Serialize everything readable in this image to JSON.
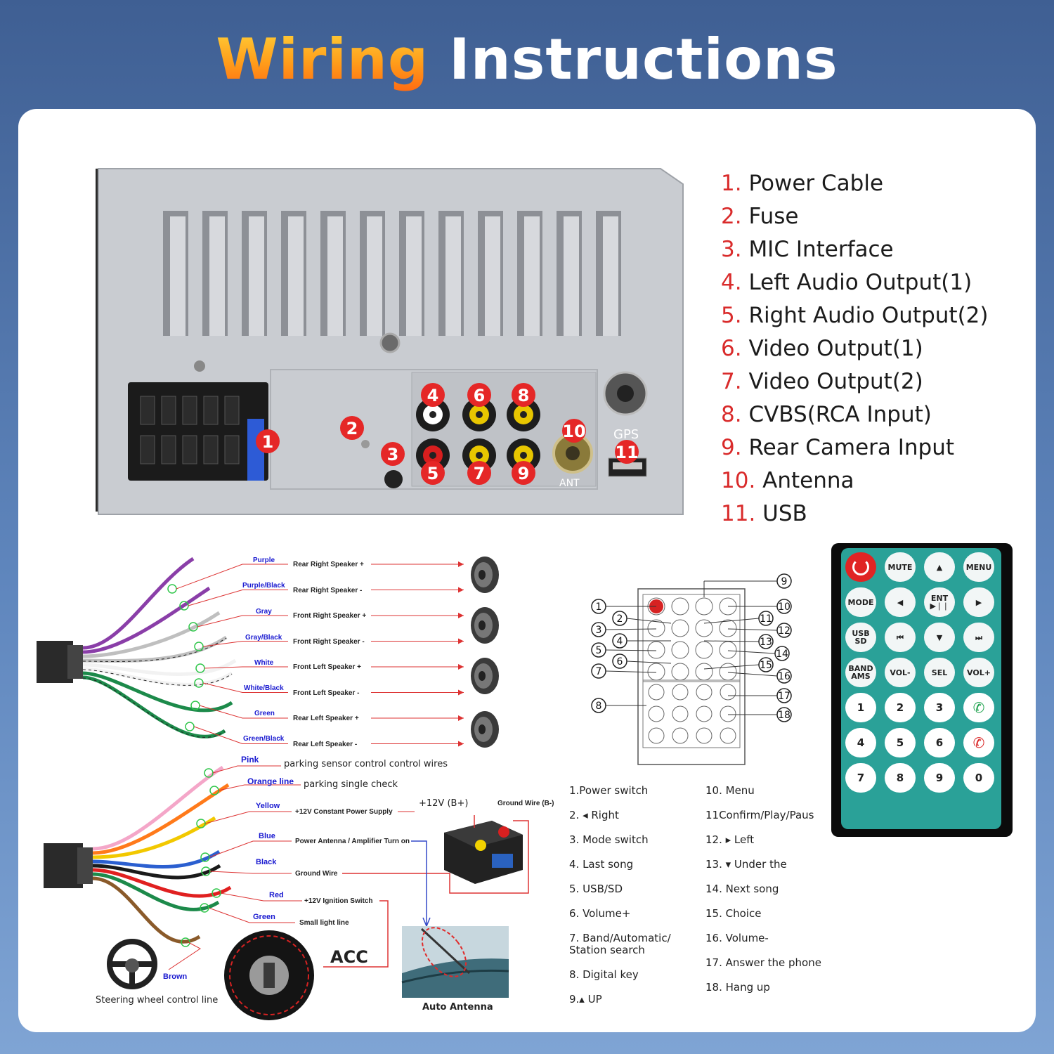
{
  "title": {
    "part1": "Wiring",
    "part2": "Instructions"
  },
  "legend": [
    {
      "num": "1.",
      "label": "Power Cable"
    },
    {
      "num": "2.",
      "label": "Fuse"
    },
    {
      "num": "3.",
      "label": "MIC Interface"
    },
    {
      "num": "4.",
      "label": "Left Audio Output(1)"
    },
    {
      "num": "5.",
      "label": "Right Audio Output(2)"
    },
    {
      "num": "6.",
      "label": "Video Output(1)"
    },
    {
      "num": "7.",
      "label": "Video Output(2)"
    },
    {
      "num": "8.",
      "label": "CVBS(RCA Input)"
    },
    {
      "num": "9.",
      "label": "Rear Camera Input"
    },
    {
      "num": "10.",
      "label": "Antenna"
    },
    {
      "num": "11.",
      "label": "USB"
    }
  ],
  "unit_labels": {
    "gps": "GPS",
    "ant": "ANT",
    "markers": [
      "1",
      "2",
      "3",
      "4",
      "5",
      "6",
      "7",
      "8",
      "9",
      "10",
      "11"
    ]
  },
  "speaker_wires": [
    {
      "color_name": "Purple",
      "function": "Rear Right Speaker +"
    },
    {
      "color_name": "Purple/Black",
      "function": "Rear Right Speaker -"
    },
    {
      "color_name": "Gray",
      "function": "Front Right Speaker +"
    },
    {
      "color_name": "Gray/Black",
      "function": "Front Right Speaker -"
    },
    {
      "color_name": "White",
      "function": "Front Left Speaker +"
    },
    {
      "color_name": "White/Black",
      "function": "Front Left Speaker -"
    },
    {
      "color_name": "Green",
      "function": "Rear Left Speaker +"
    },
    {
      "color_name": "Green/Black",
      "function": "Rear Left Speaker -"
    }
  ],
  "power_wires": [
    {
      "color_name": "Pink",
      "function": "parking sensor control control wires"
    },
    {
      "color_name": "Orange line",
      "function": "parking single check"
    },
    {
      "color_name": "Yellow",
      "function": "+12V Constant Power Supply"
    },
    {
      "color_name": "Blue",
      "function": "Power Antenna / Amplifier Turn on"
    },
    {
      "color_name": "Black",
      "function": "Ground Wire"
    },
    {
      "color_name": "Red",
      "function": "+12V  Ignition Switch"
    },
    {
      "color_name": "Green",
      "function": "Small light line"
    },
    {
      "color_name": "Brown",
      "function": ""
    }
  ],
  "misc_labels": {
    "battery_plus": "+12V  (B+)",
    "ground_wire": "Ground Wire (B-)",
    "acc": "ACC",
    "auto_antenna": "Auto Antenna",
    "steering": "Steering wheel control line"
  },
  "remote_callouts": [
    "1",
    "2",
    "3",
    "4",
    "5",
    "6",
    "7",
    "8",
    "9",
    "10",
    "11",
    "12",
    "13",
    "14",
    "15",
    "16",
    "17",
    "18"
  ],
  "key_list_left": [
    "1.Power switch",
    "2. ◂ Right",
    "3. Mode switch",
    "4. Last song",
    "5. USB/SD",
    "6. Volume+",
    "7. Band/Automatic/",
    "    Station search",
    "8. Digital key",
    "9.▴ UP"
  ],
  "key_list_right": [
    "10. Menu",
    "11Confirm/Play/Paus",
    "12. ▸ Left",
    "13. ▾  Under the",
    "14. Next song",
    "15. Choice",
    "16. Volume-",
    "17. Answer the phone",
    "18. Hang up"
  ],
  "remote_buttons": [
    [
      "",
      "MUTE",
      "▲",
      "MENU"
    ],
    [
      "MODE",
      "◀",
      "ENT ▶❘❘",
      "▶"
    ],
    [
      "USB SD",
      "⏮",
      "▼",
      "⏭"
    ],
    [
      "BAND AMS",
      "VOL-",
      "SEL",
      "VOL+"
    ],
    [
      "1",
      "2",
      "3",
      ""
    ],
    [
      "4",
      "5",
      "6",
      ""
    ],
    [
      "7",
      "8",
      "9",
      "0"
    ]
  ],
  "colors": {
    "accent_red": "#d92b2b",
    "wire_label_blue": "#1a1ad0",
    "remote_teal": "#2aa198"
  }
}
